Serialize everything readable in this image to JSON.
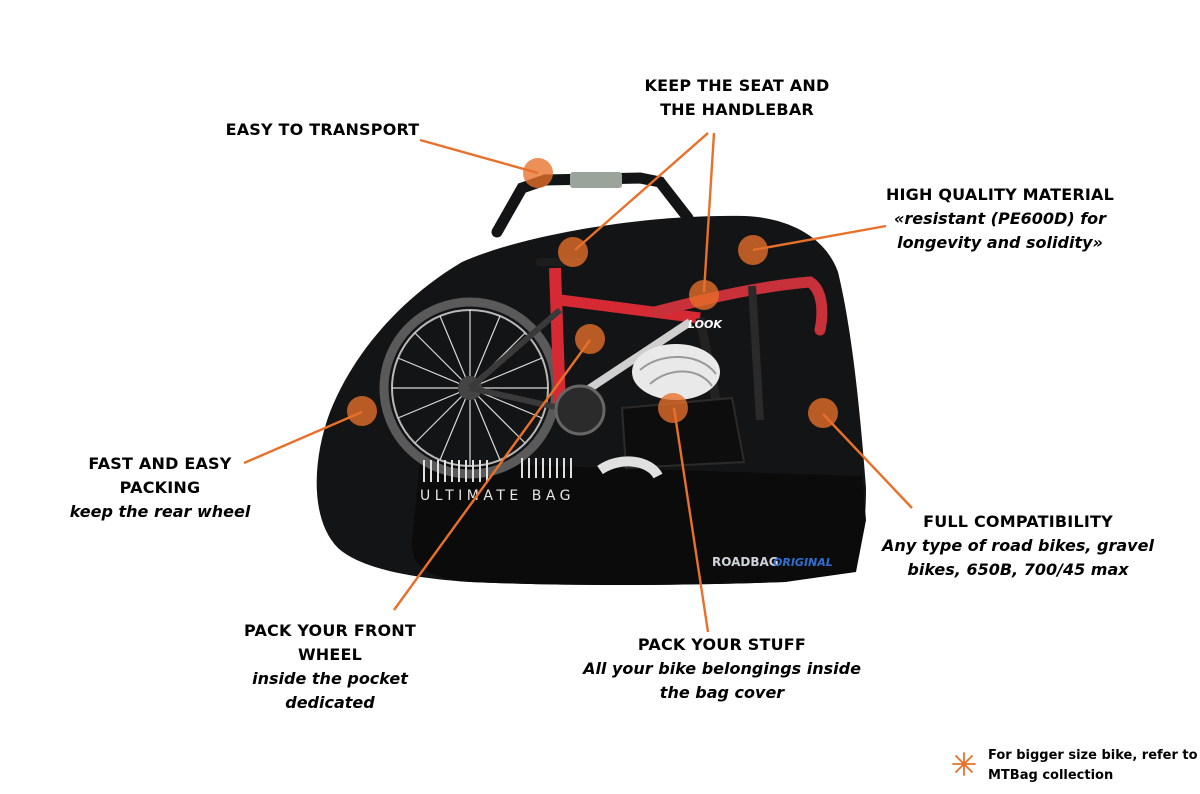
{
  "colors": {
    "accent": "#e8702a",
    "bag": "#131416",
    "text": "#000000"
  },
  "callouts": {
    "transport": {
      "title": "EASY TO TRANSPORT"
    },
    "seat": {
      "title_l1": "KEEP THE SEAT AND",
      "title_l2": "THE HANDLEBAR"
    },
    "material": {
      "title": "HIGH QUALITY MATERIAL",
      "sub_l1": "«resistant (PE600D) for",
      "sub_l2": "longevity and solidity»"
    },
    "packing": {
      "title_l1": "FAST AND EASY",
      "title_l2": "PACKING",
      "sub": "keep the rear wheel"
    },
    "compat": {
      "title": "FULL COMPATIBILITY",
      "sub_l1": "Any type of road bikes, gravel",
      "sub_l2": "bikes, 650B, 700/45 max"
    },
    "front_wheel": {
      "title_l1": "PACK YOUR FRONT",
      "title_l2": "WHEEL",
      "sub_l1": "inside the pocket",
      "sub_l2": "dedicated"
    },
    "stuff": {
      "title": "PACK YOUR STUFF",
      "sub_l1": "All your bike belongings inside",
      "sub_l2": "the bag cover"
    }
  },
  "bag_print": {
    "brand": "ULTIMATE BAG",
    "model": "ROADBAG",
    "model_suffix": "ORIGINAL",
    "frame_logo": "LOOK"
  },
  "footnote": {
    "text_l1": "For bigger size bike, refer to",
    "text_l2": "MTBag collection",
    "icon": "asterisk-icon"
  }
}
